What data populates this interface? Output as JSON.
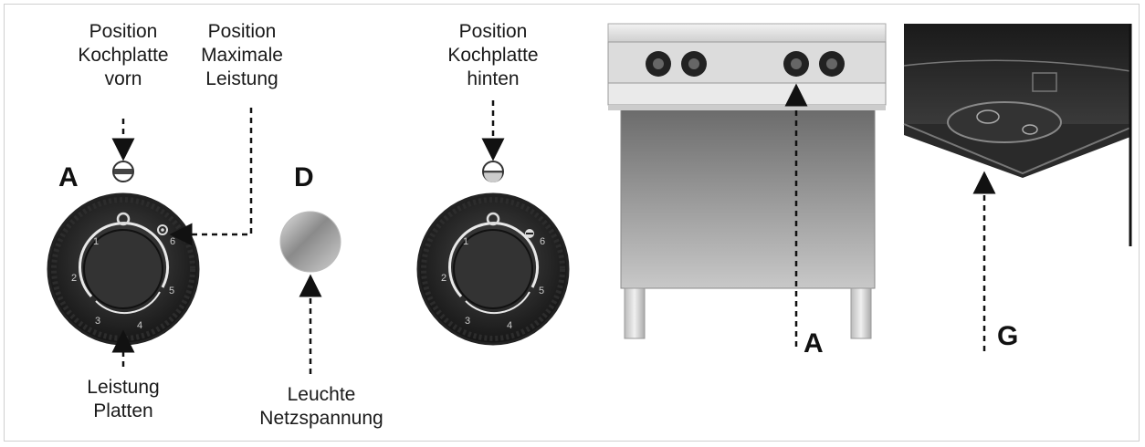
{
  "labels": {
    "front_plate": [
      "Position",
      "Kochplatte",
      "vorn"
    ],
    "max_power": [
      "Position",
      "Maximale",
      "Leistung"
    ],
    "rear_plate": [
      "Position",
      "Kochplatte",
      "hinten"
    ],
    "plate_power": [
      "Leistung",
      "Platten"
    ],
    "mains_lamp": [
      "Leuchte",
      "Netzspannung"
    ]
  },
  "letters": {
    "knob_left": "A",
    "lamp": "D",
    "range_knobs": "A",
    "gas_detail": "G"
  },
  "knob_scale": [
    "1",
    "2",
    "3",
    "4",
    "5",
    "6"
  ]
}
